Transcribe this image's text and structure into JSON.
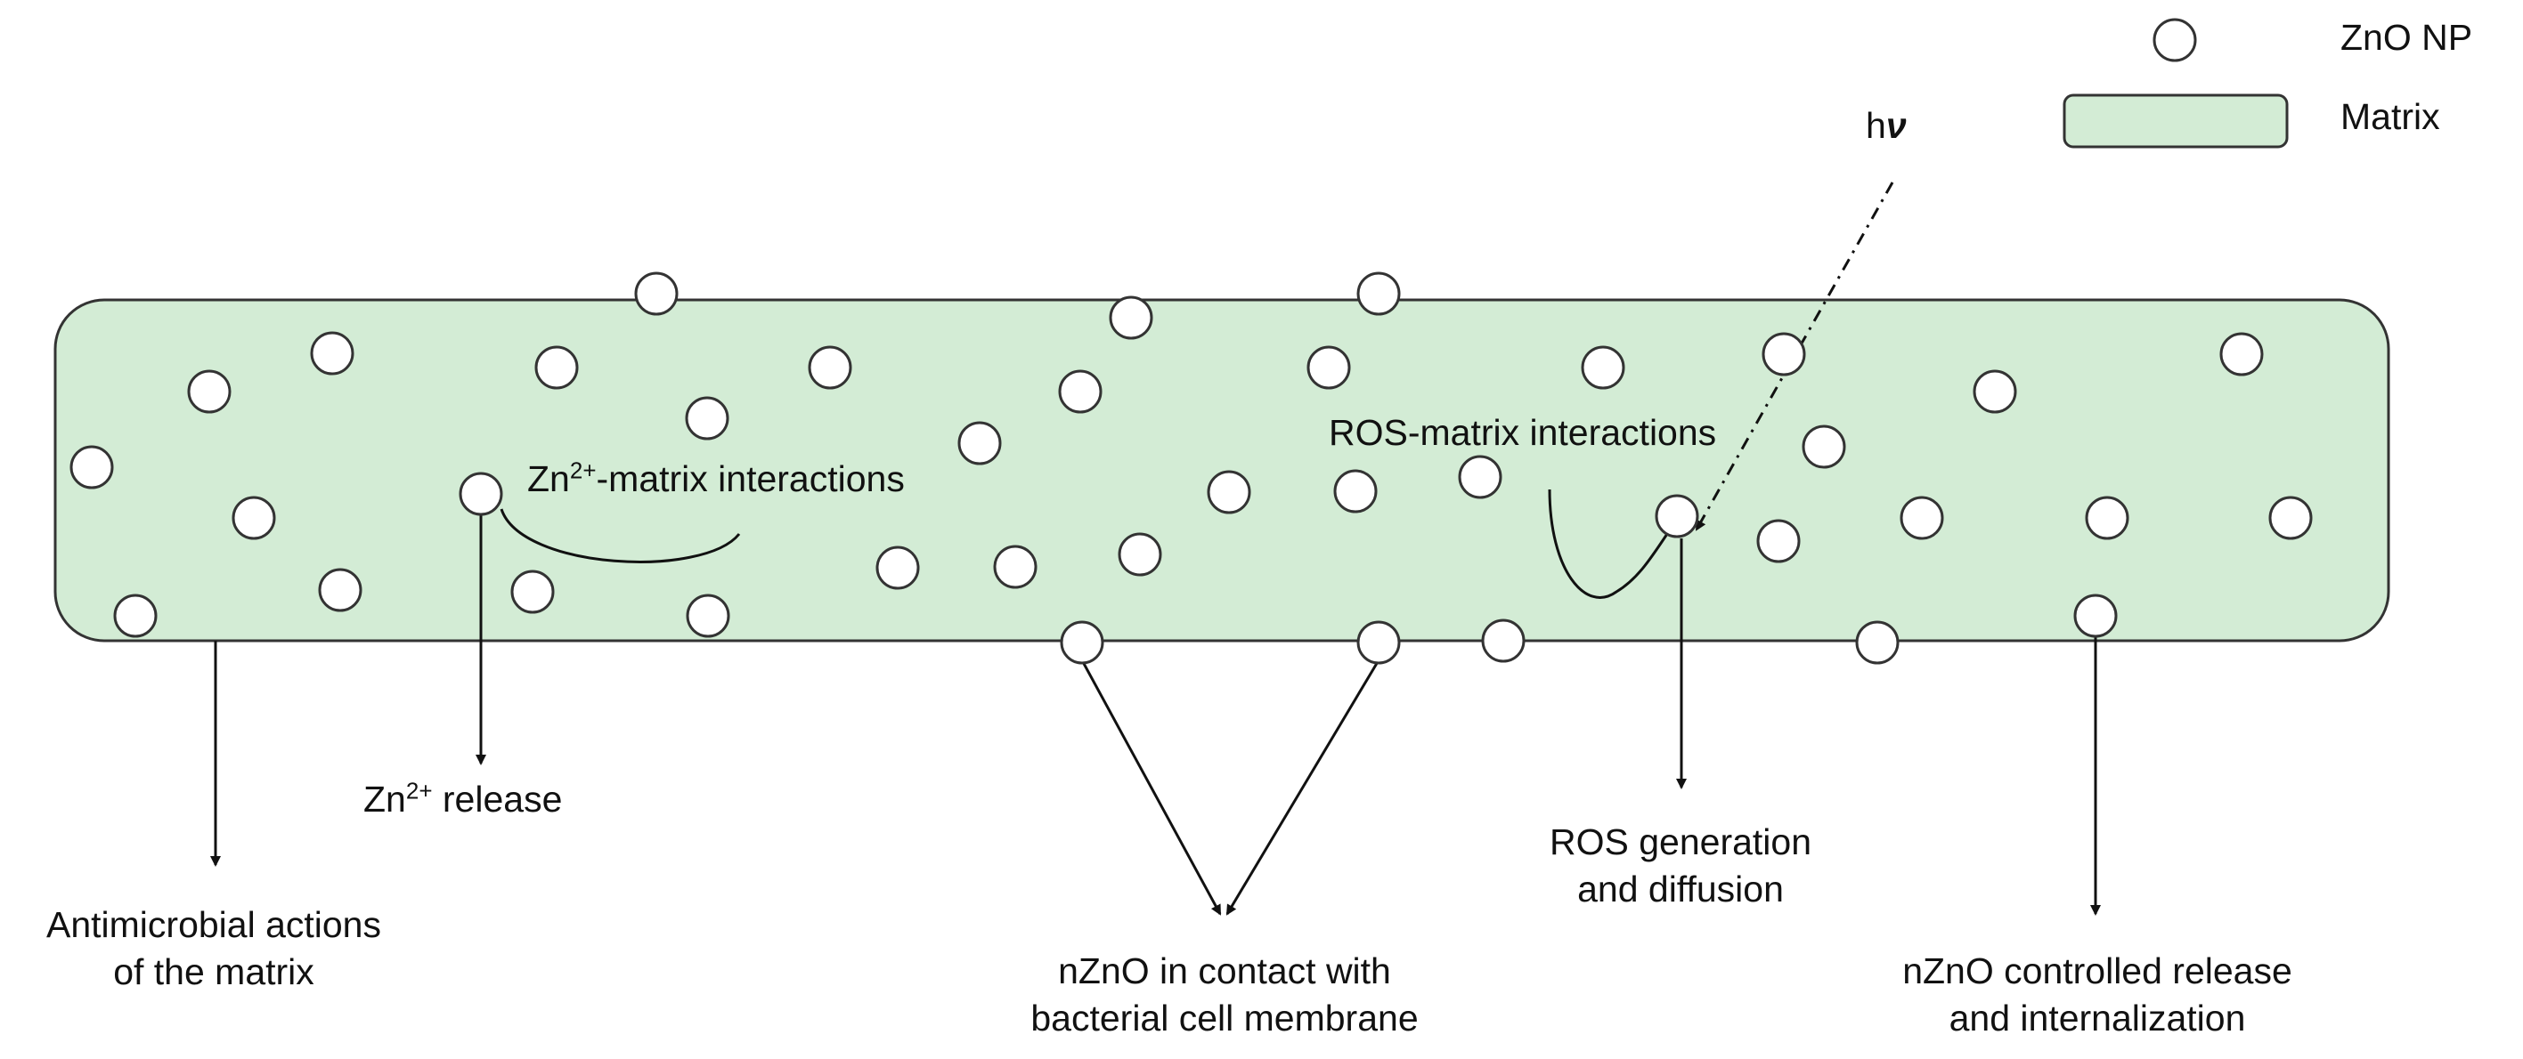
{
  "legend": {
    "np_label": "ZnO NP",
    "matrix_label": "Matrix",
    "matrix_color": "#d3ecd5",
    "np_color": "#ffffff"
  },
  "light": {
    "h": "h",
    "nu": "ν"
  },
  "labels": {
    "zn_matrix": {
      "pre": "Zn",
      "sup": "2+",
      "post": "-matrix interactions"
    },
    "ros_matrix": "ROS-matrix interactions",
    "zn_release": {
      "pre": "Zn",
      "sup": "2+",
      "post": " release"
    },
    "antimicrobial": [
      "Antimicrobial actions",
      "of the matrix"
    ],
    "contact": [
      "nZnO in contact with",
      "bacterial cell membrane"
    ],
    "ros_generation": [
      "ROS generation",
      "and diffusion"
    ],
    "controlled_release": [
      "nZnO controlled release",
      "and internalization"
    ]
  },
  "colors": {
    "stroke": "#111111",
    "np_border": "#333333"
  }
}
